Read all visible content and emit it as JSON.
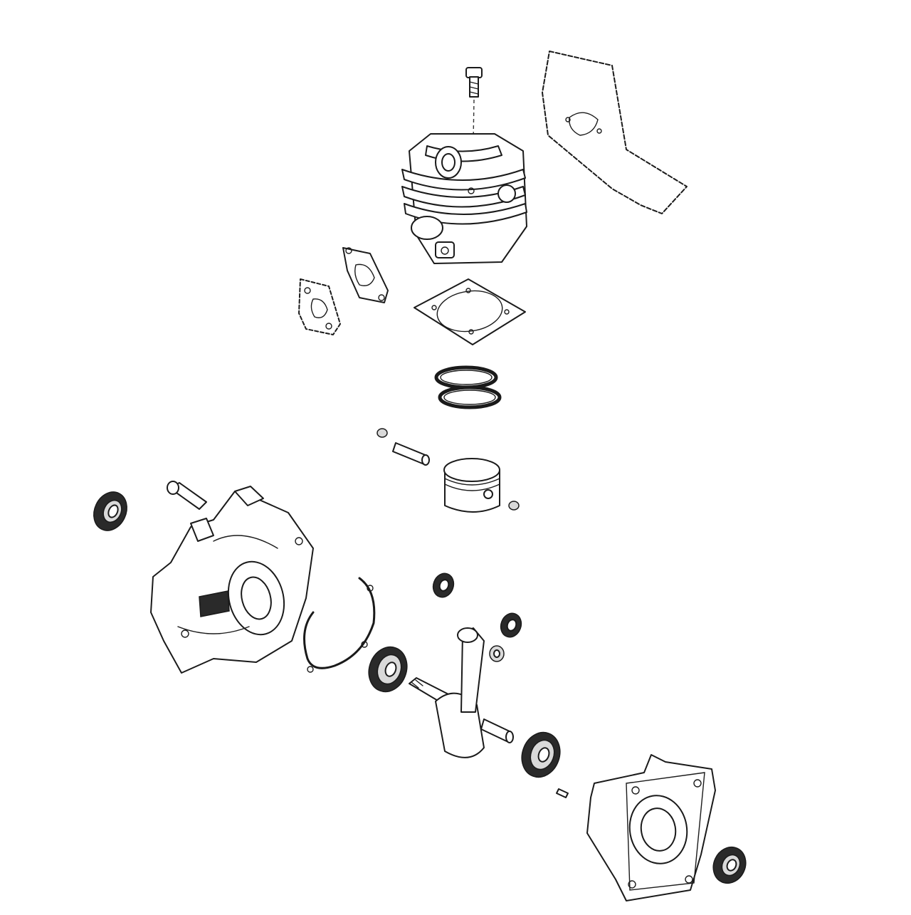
{
  "diagram": {
    "type": "exploded-parts-view",
    "parts": [
      {
        "name": "cylinder-bolt"
      },
      {
        "name": "muffler-heat-shield"
      },
      {
        "name": "cylinder"
      },
      {
        "name": "intake-gasket"
      },
      {
        "name": "insulator-gasket"
      },
      {
        "name": "cylinder-base-gasket"
      },
      {
        "name": "piston-rings"
      },
      {
        "name": "piston-pin-clip"
      },
      {
        "name": "piston-pin"
      },
      {
        "name": "piston"
      },
      {
        "name": "oil-seal"
      },
      {
        "name": "crankcase-bolt"
      },
      {
        "name": "crankcase-left-half"
      },
      {
        "name": "crankcase-gasket"
      },
      {
        "name": "ball-bearing"
      },
      {
        "name": "needle-bearing"
      },
      {
        "name": "crankshaft"
      },
      {
        "name": "dowel-pin"
      },
      {
        "name": "crankcase-right-half"
      }
    ]
  }
}
